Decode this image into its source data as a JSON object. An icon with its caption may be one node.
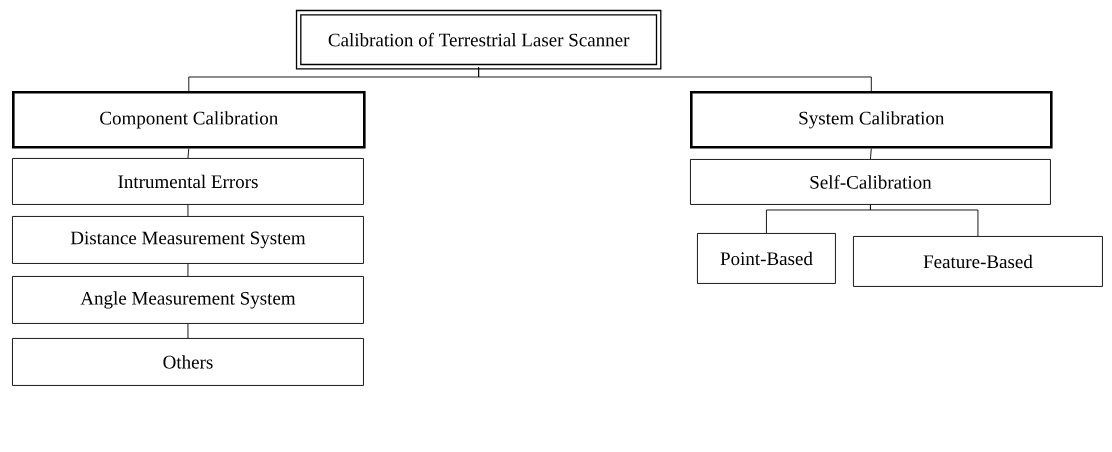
{
  "diagram": {
    "nodes": [
      {
        "text": [
          "Calibration of Terrestrial Laser Scanner"
        ]
      },
      {
        "text": [
          "Component Calibration"
        ]
      },
      {
        "text": [
          "Intrumental Errors"
        ]
      },
      {
        "text": [
          "Distance Measurement System"
        ]
      },
      {
        "text": [
          "Angle Measurement System"
        ]
      },
      {
        "text": [
          "Others"
        ]
      },
      {
        "text": [
          "System Calibration"
        ]
      },
      {
        "text": [
          "Self-Calibration"
        ]
      },
      {
        "text": [
          "Point-Based"
        ]
      },
      {
        "text": [
          "Feature-Based"
        ]
      }
    ],
    "edges": [
      {
        "from": 0,
        "to": 1,
        "arrow": "none"
      },
      {
        "from": 0,
        "to": 6,
        "arrow": "none"
      },
      {
        "from": 1,
        "to": 2,
        "arrow": "none"
      },
      {
        "from": 2,
        "to": 3,
        "arrow": "none"
      },
      {
        "from": 3,
        "to": 4,
        "arrow": "none"
      },
      {
        "from": 4,
        "to": 5,
        "arrow": "none"
      },
      {
        "from": 6,
        "to": 7,
        "arrow": "none"
      },
      {
        "from": 7,
        "to": 8,
        "arrow": "none"
      },
      {
        "from": 7,
        "to": 9,
        "arrow": "none"
      }
    ]
  }
}
